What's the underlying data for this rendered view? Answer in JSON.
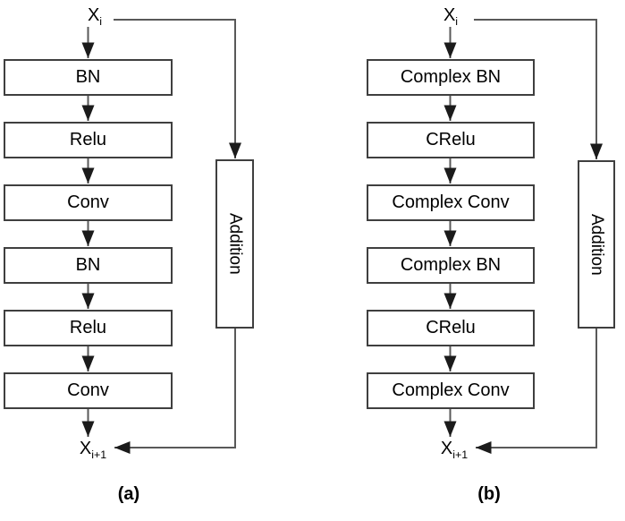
{
  "diagram_a": {
    "input": {
      "base": "X",
      "sub": "i"
    },
    "output": {
      "base": "X",
      "sub": "i+1"
    },
    "nodes": [
      "BN",
      "Relu",
      "Conv",
      "BN",
      "Relu",
      "Conv"
    ],
    "skip_label": "Addition",
    "caption": "(a)"
  },
  "diagram_b": {
    "input": {
      "base": "X",
      "sub": "i"
    },
    "output": {
      "base": "X",
      "sub": "i+1"
    },
    "nodes": [
      "Complex BN",
      "CRelu",
      "Complex Conv",
      "Complex BN",
      "CRelu",
      "Complex Conv"
    ],
    "skip_label": "Addition",
    "caption": "(b)"
  },
  "colors": {
    "background": "#ffffff",
    "box_fill": "#ffffff",
    "box_border": "#3f3f3f",
    "line": "#595959",
    "arrow": "#1b1b1b",
    "text": "#000000"
  }
}
